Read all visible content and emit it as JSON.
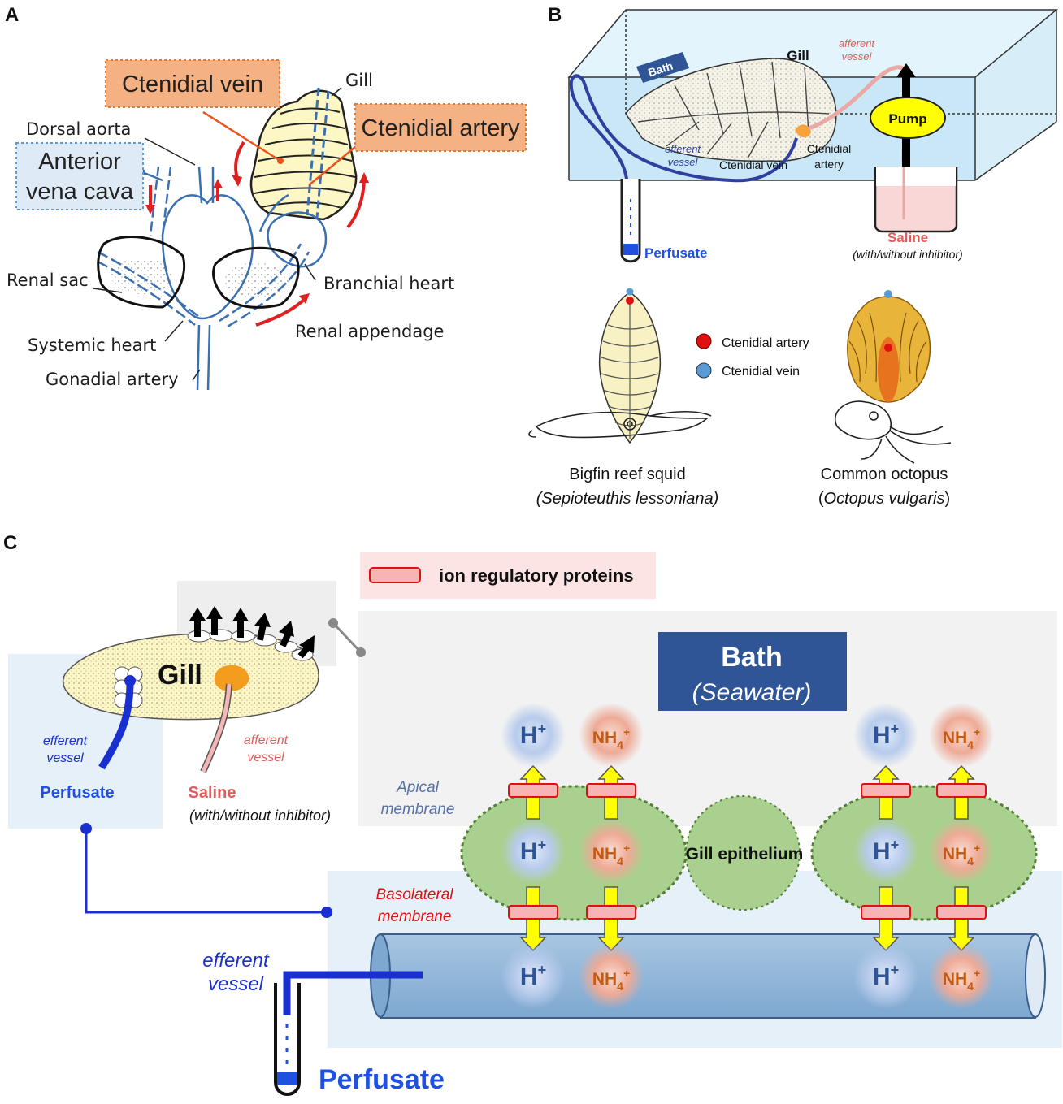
{
  "panels": {
    "a": "A",
    "b": "B",
    "c": "C"
  },
  "panel_a": {
    "ctenidial_vein": "Ctenidial vein",
    "ctenidial_artery": "Ctenidial artery",
    "gill": "Gill",
    "dorsal_aorta": "Dorsal aorta",
    "anterior_vena_cava_1": "Anterior",
    "anterior_vena_cava_2": "vena cava",
    "renal_sac": "Renal sac",
    "branchial_heart": "Branchial heart",
    "renal_appendage": "Renal appendage",
    "systemic_heart": "Systemic heart",
    "gonadial_artery": "Gonadial artery"
  },
  "panel_b": {
    "bath": "Bath",
    "gill": "Gill",
    "afferent_1": "afferent",
    "afferent_2": "vessel",
    "pump": "Pump",
    "efferent_1": "efferent",
    "efferent_2": "vessel",
    "ctenidial_vein": "Ctenidial vein",
    "ctenidial_artery_1": "Ctenidial",
    "ctenidial_artery_2": "artery",
    "perfusate": "Perfusate",
    "saline": "Saline",
    "saline_note": "(with/without inhibitor)",
    "legend_artery": "Ctenidial artery",
    "legend_vein": "Ctenidial vein",
    "squid_name": "Bigfin reef squid",
    "squid_latin": "(Sepioteuthis lessoniana)",
    "octopus_name": "Common octopus",
    "octopus_latin_open": "(",
    "octopus_latin": "Octopus vulgaris",
    "octopus_latin_close": ")"
  },
  "panel_c": {
    "legend": "ion regulatory proteins",
    "gill": "Gill",
    "efferent_1": "efferent",
    "efferent_2": "vessel",
    "afferent_1": "afferent",
    "afferent_2": "vessel",
    "perfusate_small": "Perfusate",
    "saline": "Saline",
    "saline_note": "(with/without inhibitor)",
    "bath_title": "Bath",
    "bath_sub": "(Seawater)",
    "apical_1": "Apical",
    "apical_2": "membrane",
    "basolateral_1": "Basolateral",
    "basolateral_2": "membrane",
    "gill_epithelium": "Gill epithelium",
    "efferent_big_1": "efferent",
    "efferent_big_2": "vessel",
    "perfusate_big": "Perfusate",
    "h_ion": "H",
    "nh4_ion": "NH",
    "sub4": "4",
    "plus": "+"
  },
  "colors": {
    "vessel_blue": "#3a6fb0",
    "arrow_red": "#e02020",
    "orange_box": "#f4b183",
    "blue_box": "#deebf7",
    "bath_navy": "#2f5597",
    "epithelium_green": "#a9d08e",
    "arrow_yellow": "#ffff00",
    "perfusate_blue": "#2050e0",
    "saline_red": "#e35b5b"
  }
}
